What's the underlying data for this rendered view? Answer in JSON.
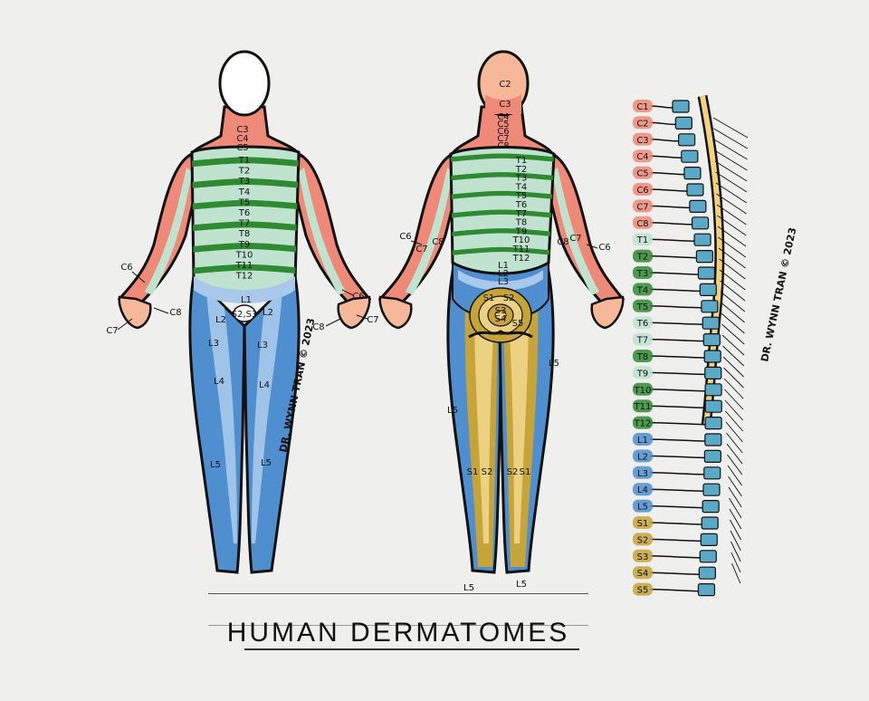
{
  "title": "HUMAN DERMATOMES",
  "signature": "DR. WYNN TRAN © 2023",
  "colors": {
    "cervical": "#ef8a78",
    "thoracic_dark": "#2e8b32",
    "thoracic_light": "#bfe3cf",
    "lumbar": "#4f8fcf",
    "lumbar_light": "#a9c9ea",
    "sacral": "#c7a437",
    "sacral_light": "#edd183",
    "spine": "#5aa9c6",
    "skin": "#f7b89a"
  },
  "front": {
    "neck": [
      "C3",
      "C4",
      "C5"
    ],
    "trunk": [
      "T1",
      "T2",
      "T3",
      "T4",
      "T5",
      "T6",
      "T7",
      "T8",
      "T9",
      "T10",
      "T11",
      "T12"
    ],
    "pelvis": "L1",
    "genital": "S2,S3",
    "arm_left": [
      "C6",
      "C7",
      "C8"
    ],
    "arm_right": [
      "C6",
      "C7",
      "C8"
    ],
    "leg_left": [
      "L2",
      "L3",
      "L4",
      "L5"
    ],
    "leg_right": [
      "L2",
      "L3",
      "L4",
      "L5"
    ]
  },
  "back": {
    "head": [
      "C2",
      "C3"
    ],
    "neck": [
      "C4",
      "C5",
      "C6",
      "C7",
      "C8"
    ],
    "trunk": [
      "T1",
      "T2",
      "T3",
      "T4",
      "T5",
      "T6",
      "T7",
      "T8",
      "T9",
      "T10",
      "T11",
      "T12"
    ],
    "lumbar": [
      "L1",
      "L2",
      "L3"
    ],
    "sacral": [
      "S1",
      "S2",
      "S3",
      "S4",
      "S5"
    ],
    "arm_left": [
      "C6",
      "C7",
      "C8"
    ],
    "arm_right": [
      "C8",
      "C7",
      "C6"
    ],
    "leg_labels": [
      "L5",
      "S1",
      "S2",
      "S2",
      "S1",
      "L5",
      "L5",
      "L5"
    ]
  },
  "spine_levels": [
    {
      "label": "C1",
      "group": "cervical"
    },
    {
      "label": "C2",
      "group": "cervical"
    },
    {
      "label": "C3",
      "group": "cervical"
    },
    {
      "label": "C4",
      "group": "cervical"
    },
    {
      "label": "C5",
      "group": "cervical"
    },
    {
      "label": "C6",
      "group": "cervical"
    },
    {
      "label": "C7",
      "group": "cervical"
    },
    {
      "label": "C8",
      "group": "cervical"
    },
    {
      "label": "T1",
      "group": "thoracic"
    },
    {
      "label": "T2",
      "group": "thoracic"
    },
    {
      "label": "T3",
      "group": "thoracic"
    },
    {
      "label": "T4",
      "group": "thoracic"
    },
    {
      "label": "T5",
      "group": "thoracic"
    },
    {
      "label": "T6",
      "group": "thoracic"
    },
    {
      "label": "T7",
      "group": "thoracic"
    },
    {
      "label": "T8",
      "group": "thoracic"
    },
    {
      "label": "T9",
      "group": "thoracic"
    },
    {
      "label": "T10",
      "group": "thoracic"
    },
    {
      "label": "T11",
      "group": "thoracic"
    },
    {
      "label": "T12",
      "group": "thoracic"
    },
    {
      "label": "L1",
      "group": "lumbar"
    },
    {
      "label": "L2",
      "group": "lumbar"
    },
    {
      "label": "L3",
      "group": "lumbar"
    },
    {
      "label": "L4",
      "group": "lumbar"
    },
    {
      "label": "L5",
      "group": "lumbar"
    },
    {
      "label": "S1",
      "group": "sacral"
    },
    {
      "label": "S2",
      "group": "sacral"
    },
    {
      "label": "S3",
      "group": "sacral"
    },
    {
      "label": "S4",
      "group": "sacral"
    },
    {
      "label": "S5",
      "group": "sacral"
    }
  ]
}
